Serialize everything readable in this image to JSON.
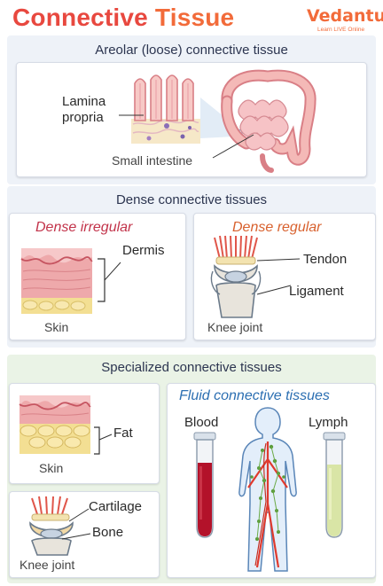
{
  "header": {
    "title_word1": "Connective",
    "title_word2": "Tissue",
    "logo_brand": "Vedantu",
    "logo_tagline": "Learn LIVE Online"
  },
  "section_areolar": {
    "title": "Areolar (loose) connective tissue",
    "label_lamina": "Lamina",
    "label_propria": "propria",
    "label_organ": "Small intestine"
  },
  "section_dense": {
    "title": "Dense connective tissues",
    "irregular": {
      "title": "Dense irregular",
      "label_dermis": "Dermis",
      "label_skin": "Skin"
    },
    "regular": {
      "title": "Dense regular",
      "label_tendon": "Tendon",
      "label_ligament": "Ligament",
      "label_knee": "Knee joint"
    }
  },
  "section_specialized": {
    "title": "Specialized connective tissues",
    "fat_card": {
      "label_fat": "Fat",
      "label_skin": "Skin"
    },
    "cartilage_card": {
      "label_cartilage": "Cartilage",
      "label_bone": "Bone",
      "label_knee": "Knee joint"
    },
    "fluid_card": {
      "title": "Fluid connective tissues",
      "label_blood": "Blood",
      "label_lymph": "Lymph"
    }
  },
  "colors": {
    "title_red": "#e8483f",
    "title_orange": "#f26b3a",
    "dense_irregular": "#c2334a",
    "dense_regular": "#d8612e",
    "fluid_title": "#2c6fb2",
    "skin_pink": "#e79a9e",
    "fat_yellow": "#f3df93",
    "blood": "#b3122a",
    "lymph": "#d9e5a6"
  }
}
